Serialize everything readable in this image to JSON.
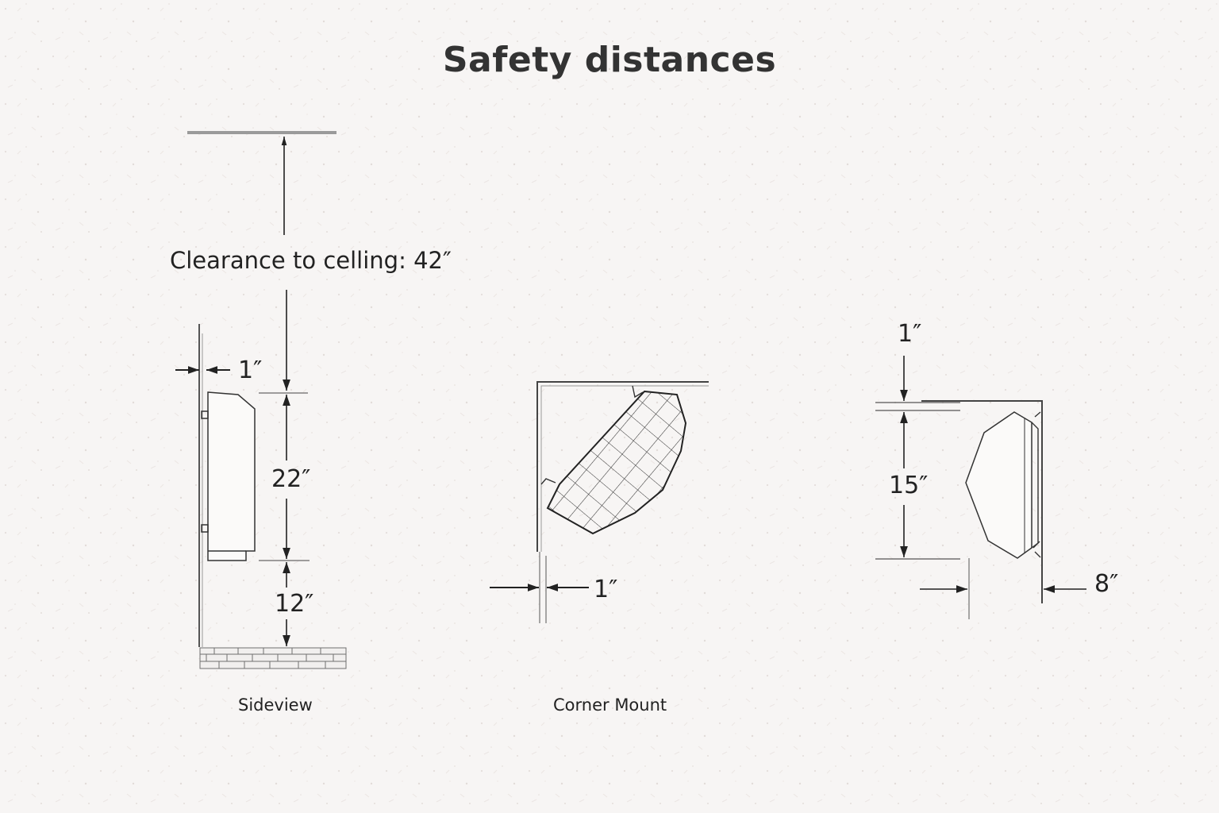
{
  "title": "Safety distances",
  "colors": {
    "background": "#f7f5f4",
    "ink": "#2b2b2b",
    "ceiling_line": "#9a9a9a",
    "floor_hatch": "#7a7a7a"
  },
  "sideview": {
    "clearance_label": "Clearance to celling: 42″",
    "wall_gap_label": "1″",
    "heater_height_label": "22″",
    "floor_gap_label": "12″",
    "caption": "Sideview"
  },
  "corner_mount": {
    "wall_gap_label": "1″",
    "caption": "Corner Mount"
  },
  "top_view": {
    "top_gap_label": "1″",
    "height_label": "15″",
    "side_gap_label": "8″"
  }
}
